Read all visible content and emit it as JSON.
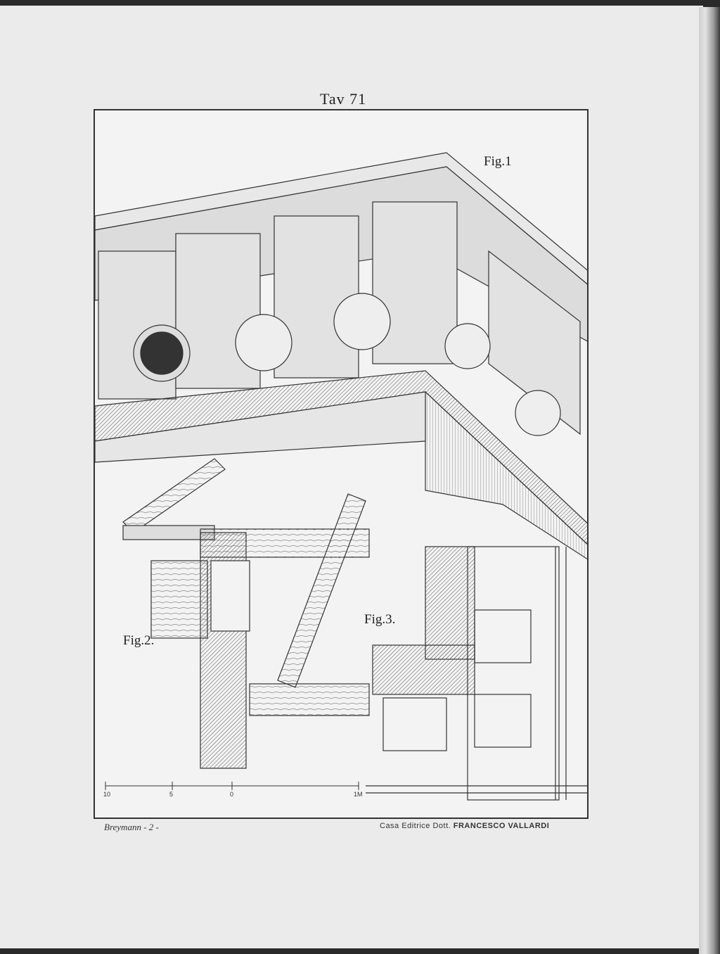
{
  "plate": {
    "title": "Tav 71",
    "fig1": "Fig.1",
    "fig2": "Fig.2.",
    "fig3": "Fig.3."
  },
  "scale": {
    "labels": [
      "10",
      "5",
      "0",
      "1M"
    ]
  },
  "footer": {
    "author": "Breymann - 2 -",
    "publisher_prefix": "Casa Editrice Dott.",
    "publisher_name": "FRANCESCO VALLARDI"
  }
}
